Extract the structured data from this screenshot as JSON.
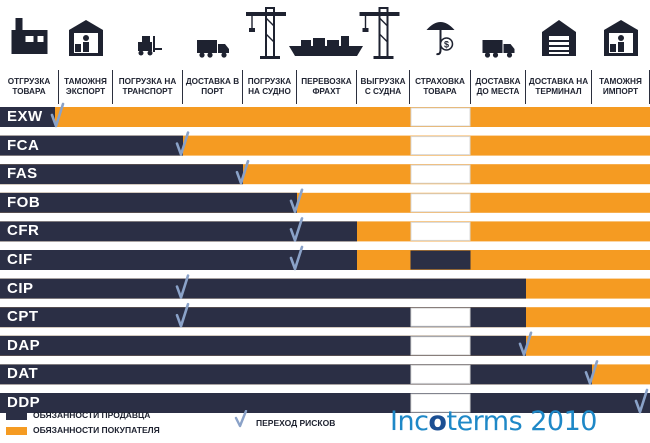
{
  "columns": [
    "ОТГРУЗКА ТОВАРА",
    "ТАМОЖНЯ ЭКСПОРТ",
    "ПОГРУЗКА НА ТРАНСПОРТ",
    "ДОСТАВКА В ПОРТ",
    "ПОГРУЗКА НА СУДНО",
    "ПЕРЕВОЗКА ФРАХТ",
    "ВЫГРУЗКА С СУДНА",
    "СТРАХОВКА ТОВАРА",
    "ДОСТАВКА ДО МЕСТА",
    "ДОСТАВКА НА ТЕРМИНАЛ",
    "ТАМОЖНЯ ИМПОРТ"
  ],
  "icons": [
    "factory-icon",
    "customs-icon",
    "forklift-icon",
    "truck-icon",
    "crane-icon",
    "ship-icon",
    "crane-icon",
    "insurance-icon",
    "truck-icon",
    "warehouse-icon",
    "customs-icon"
  ],
  "terms": [
    {
      "code": "EXW",
      "seller_until_col": 0,
      "risk_col": 0,
      "insurance": "none"
    },
    {
      "code": "FCA",
      "seller_until_col": 3,
      "risk_col": 3,
      "insurance": "none"
    },
    {
      "code": "FAS",
      "seller_until_col": 4,
      "risk_col": 4,
      "insurance": "none"
    },
    {
      "code": "FOB",
      "seller_until_col": 5,
      "risk_col": 5,
      "insurance": "none"
    },
    {
      "code": "CFR",
      "seller_until_col": 6,
      "risk_col": 5,
      "insurance": "none"
    },
    {
      "code": "CIF",
      "seller_until_col": 6,
      "risk_col": 5,
      "insurance": "seller"
    },
    {
      "code": "CIP",
      "seller_until_col": 9,
      "risk_col": 3,
      "insurance": "seller"
    },
    {
      "code": "CPT",
      "seller_until_col": 9,
      "risk_col": 3,
      "insurance": "none"
    },
    {
      "code": "DAP",
      "seller_until_col": 9,
      "risk_col": 9,
      "insurance": "none"
    },
    {
      "code": "DAT",
      "seller_until_col": 10,
      "risk_col": 10,
      "insurance": "none"
    },
    {
      "code": "DDP",
      "seller_until_col": 11,
      "risk_col": 11,
      "insurance": "none"
    }
  ],
  "legend": {
    "seller": "ОБЯЗАННОСТИ ПРОДАВЦА",
    "buyer": "ОБЯЗАННОСТИ ПОКУПАТЕЛЯ",
    "risk": "ПЕРЕХОД РИСКОВ"
  },
  "brand": {
    "prefix": "Inc",
    "highlight": "o",
    "suffix": "terms 2010"
  },
  "colors": {
    "seller": "#2b2f45",
    "buyer": "#f59b22",
    "insurance_gap": "#ffffff",
    "check": "#8aa2c8",
    "brand": "#1e88c7"
  }
}
